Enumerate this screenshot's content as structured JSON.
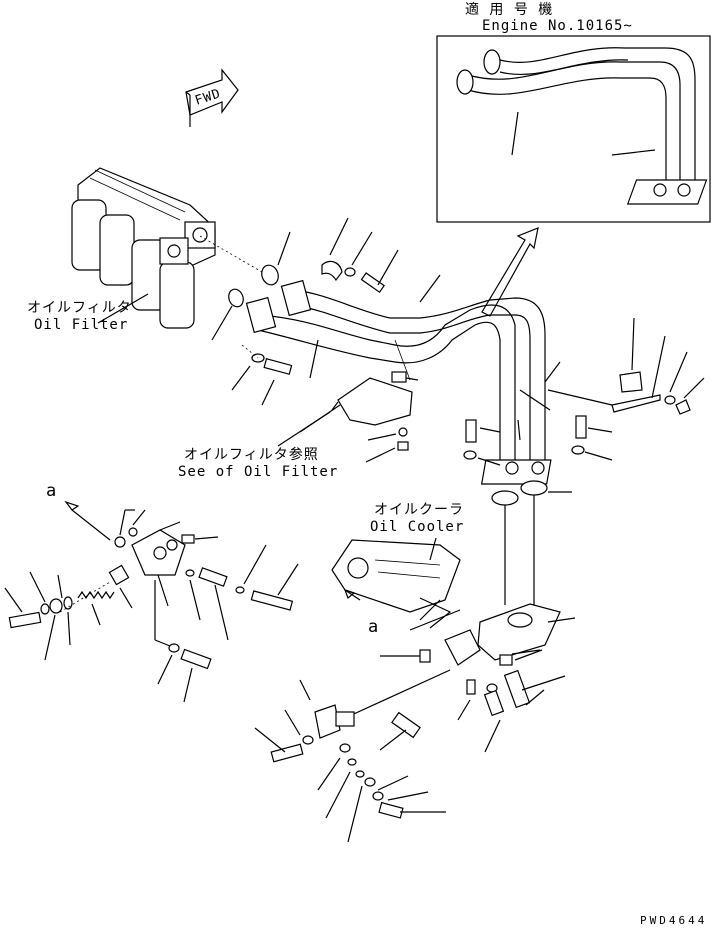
{
  "inset": {
    "title_jp": "適 用 号 機",
    "title_en": "Engine No.10165~"
  },
  "fwd_label": "FWD",
  "labels": {
    "oil_filter_jp": "オイルフィルタ",
    "oil_filter_en": "Oil Filter",
    "see_oil_filter_jp": "オイルフィルタ参照",
    "see_oil_filter_en": "See of Oil Filter",
    "oil_cooler_jp": "オイルクーラ",
    "oil_cooler_en": "Oil Cooler",
    "ref_a_top": "a",
    "ref_a_bottom": "a"
  },
  "drawing_code": "PWD4644",
  "colors": {
    "line": "#000000",
    "background": "#ffffff"
  }
}
